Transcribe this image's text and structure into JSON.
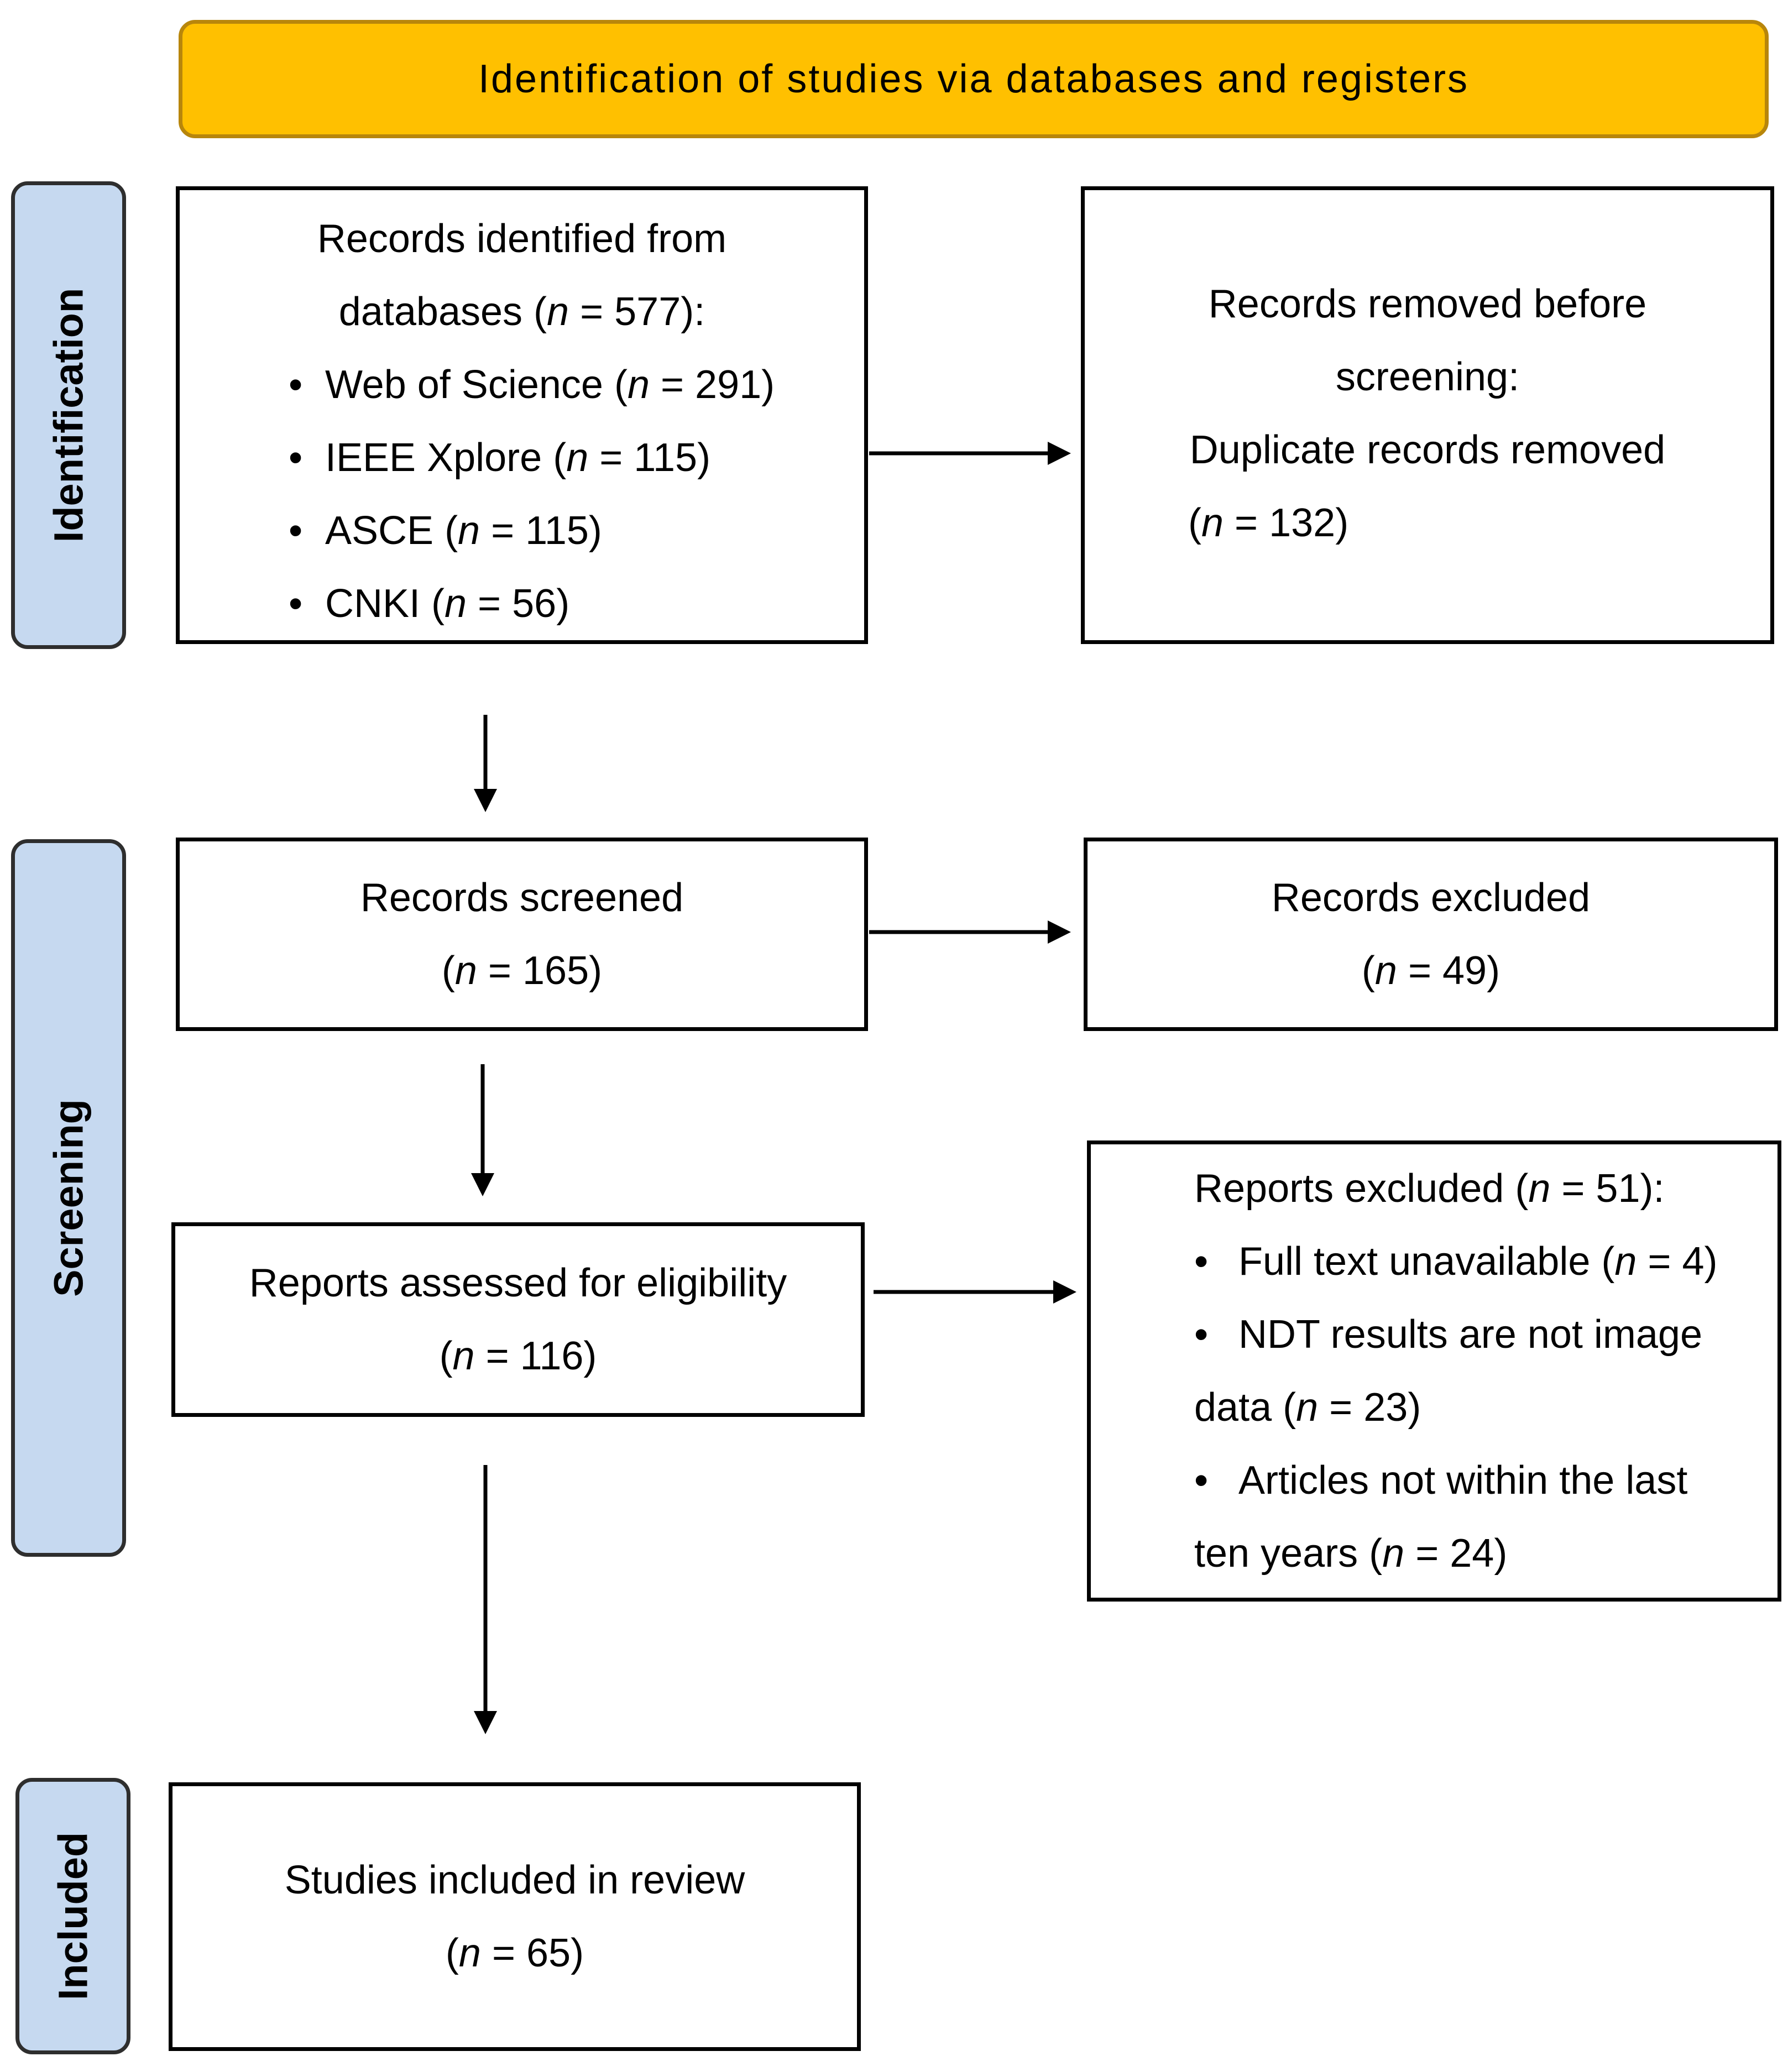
{
  "banner": {
    "title": "Identification of studies via databases and registers"
  },
  "stages": {
    "identification": "Identification",
    "screening": "Screening",
    "included": "Included"
  },
  "identified": {
    "line1": "Records identified from",
    "line2_prefix": "databases (",
    "line2_n": "n",
    "line2_suffix": " = 577):",
    "items": [
      {
        "prefix": "Web of Science (",
        "n": "n",
        "suffix": " = 291)"
      },
      {
        "prefix": "IEEE Xplore (",
        "n": "n",
        "suffix": " = 115)"
      },
      {
        "prefix": "ASCE (",
        "n": "n",
        "suffix": " = 115)"
      },
      {
        "prefix": "CNKI (",
        "n": "n",
        "suffix": " = 56)"
      }
    ]
  },
  "removed": {
    "line1": "Records removed before",
    "line2": "screening:",
    "line3": "Duplicate records removed",
    "line4_prefix": "(",
    "line4_n": "n",
    "line4_suffix": " = 132)"
  },
  "screened": {
    "line1": "Records screened",
    "line2_prefix": "(",
    "line2_n": "n",
    "line2_suffix": " = 165)"
  },
  "excluded": {
    "line1": "Records excluded",
    "line2_prefix": "(",
    "line2_n": "n",
    "line2_suffix": " = 49)"
  },
  "assessed": {
    "line1": "Reports assessed for eligibility",
    "line2_prefix": "(",
    "line2_n": "n",
    "line2_suffix": " = 116)"
  },
  "reports_excluded": {
    "line1_prefix": "Reports excluded (",
    "line1_n": "n",
    "line1_suffix": " = 51):",
    "item1_prefix": "Full text unavailable (",
    "item1_n": "n",
    "item1_suffix": " = 4)",
    "item2_line1": "NDT results are not image",
    "item2_line2_prefix": "data (",
    "item2_line2_n": "n",
    "item2_line2_suffix": " = 23)",
    "item3_line1": "Articles not within the last",
    "item3_line2_prefix": "ten years (",
    "item3_line2_n": "n",
    "item3_line2_suffix": " = 24)"
  },
  "included_box": {
    "line1": "Studies included in review",
    "line2_prefix": "(",
    "line2_n": "n",
    "line2_suffix": " = 65)"
  },
  "bullet_glyph": "•"
}
